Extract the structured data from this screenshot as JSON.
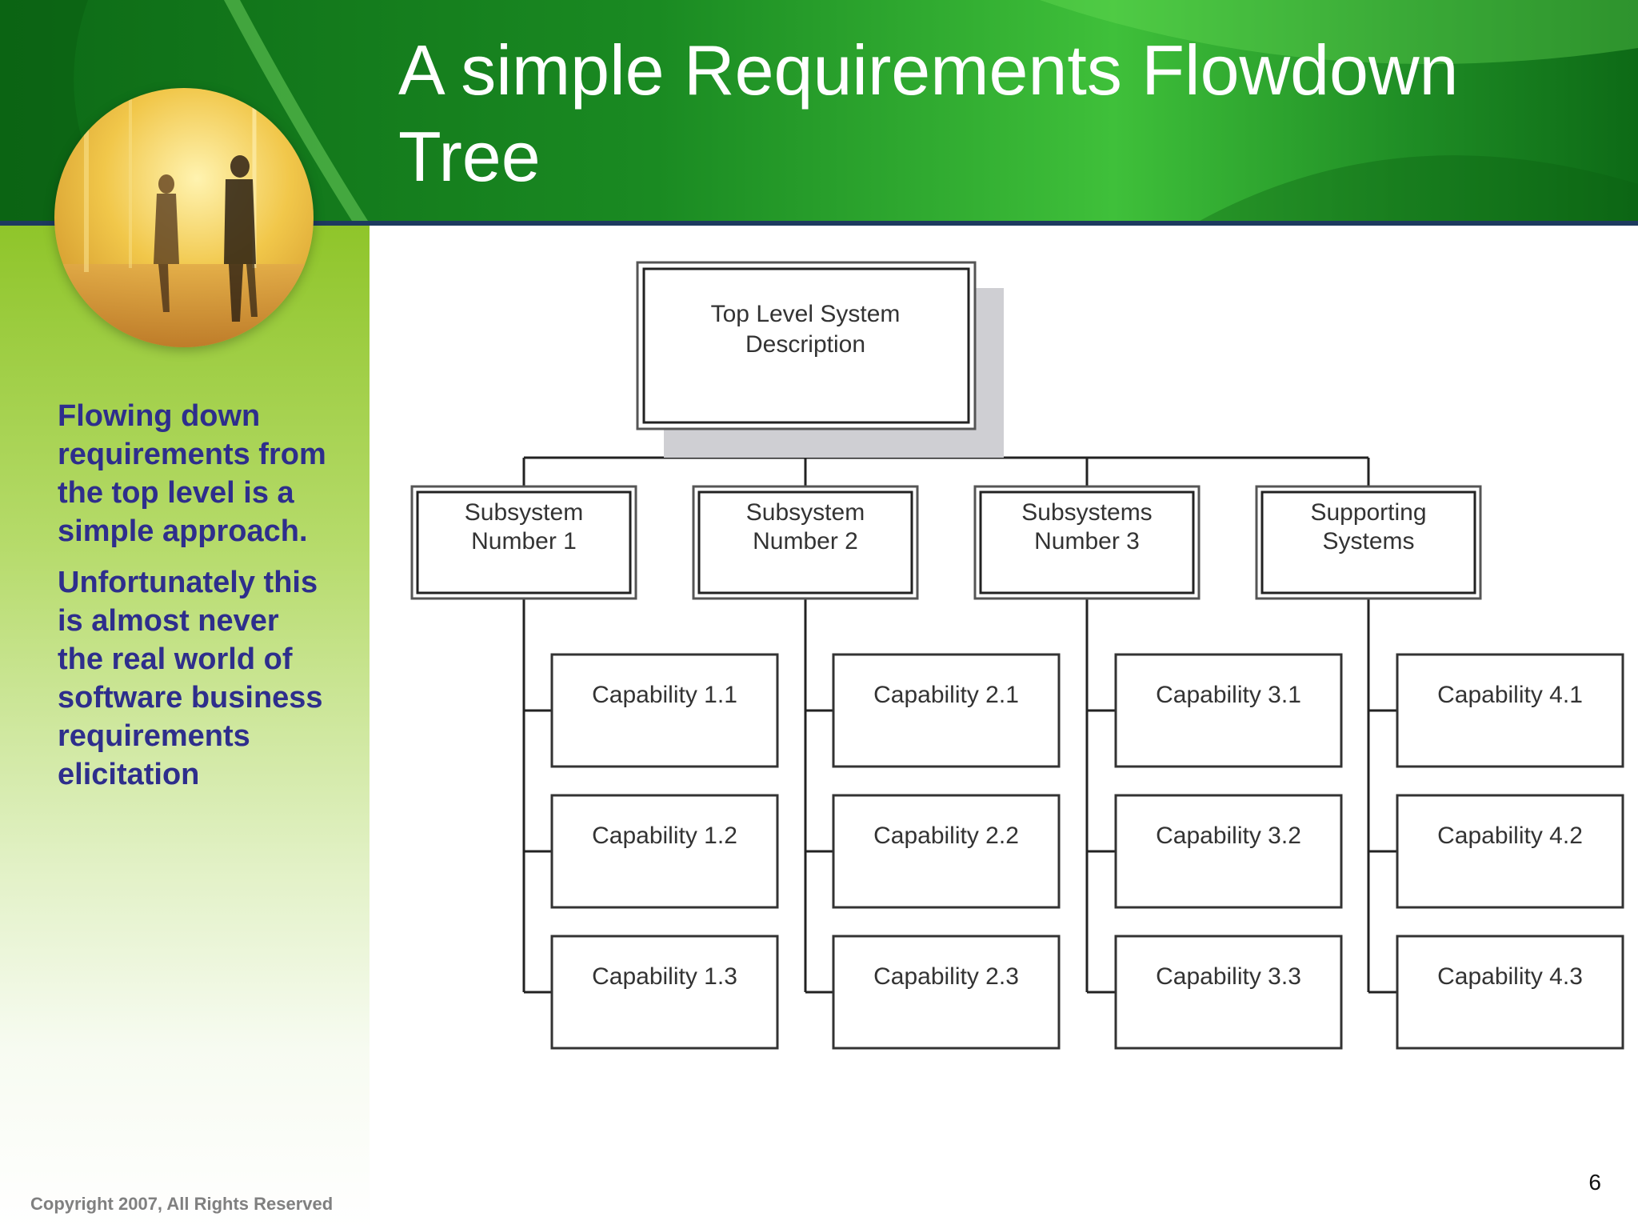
{
  "slide": {
    "title_line1": "A simple Requirements Flowdown",
    "title_line2": "Tree",
    "side_paragraph1": "Flowing down requirements from the top level is a simple approach.",
    "side_paragraph2": "Unfortunately this is almost never the real world of software business requirements elicitation",
    "copyright": "Copyright 2007, All Rights Reserved",
    "page_number": "6"
  },
  "tree": {
    "root": {
      "line1": "Top Level System",
      "line2": "Description"
    },
    "subsystems": [
      {
        "line1": "Subsystem",
        "line2": "Number 1",
        "capabilities": [
          "Capability 1.1",
          "Capability 1.2",
          "Capability 1.3"
        ]
      },
      {
        "line1": "Subsystem",
        "line2": "Number 2",
        "capabilities": [
          "Capability 2.1",
          "Capability 2.2",
          "Capability 2.3"
        ]
      },
      {
        "line1": "Subsystems",
        "line2": "Number 3",
        "capabilities": [
          "Capability 3.1",
          "Capability 3.2",
          "Capability 3.3"
        ]
      },
      {
        "line1": "Supporting",
        "line2": "Systems",
        "capabilities": [
          "Capability 4.1",
          "Capability 4.2",
          "Capability 4.3"
        ]
      }
    ]
  },
  "colors": {
    "header_green": "#1a8a22",
    "sidebar_green": "#8fc52a",
    "body_text": "#2e2e8c",
    "rule_blue": "#1d3a5f"
  }
}
